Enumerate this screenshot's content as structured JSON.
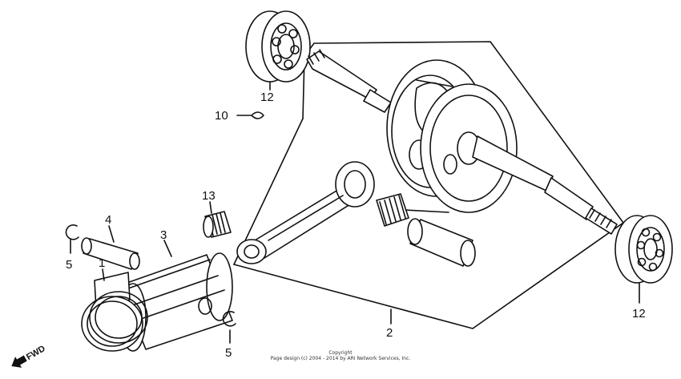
{
  "callouts": {
    "c1": "1",
    "c2": "2",
    "c3": "3",
    "c4": "4",
    "c5a": "5",
    "c5b": "5",
    "c10": "10",
    "c12a": "12",
    "c12b": "12",
    "c13": "13"
  },
  "fwd_label": "FWD",
  "copyright": {
    "line1": "Copyright",
    "line2": "Page design (c) 2004 - 2014 by ARI Network Services, Inc."
  }
}
